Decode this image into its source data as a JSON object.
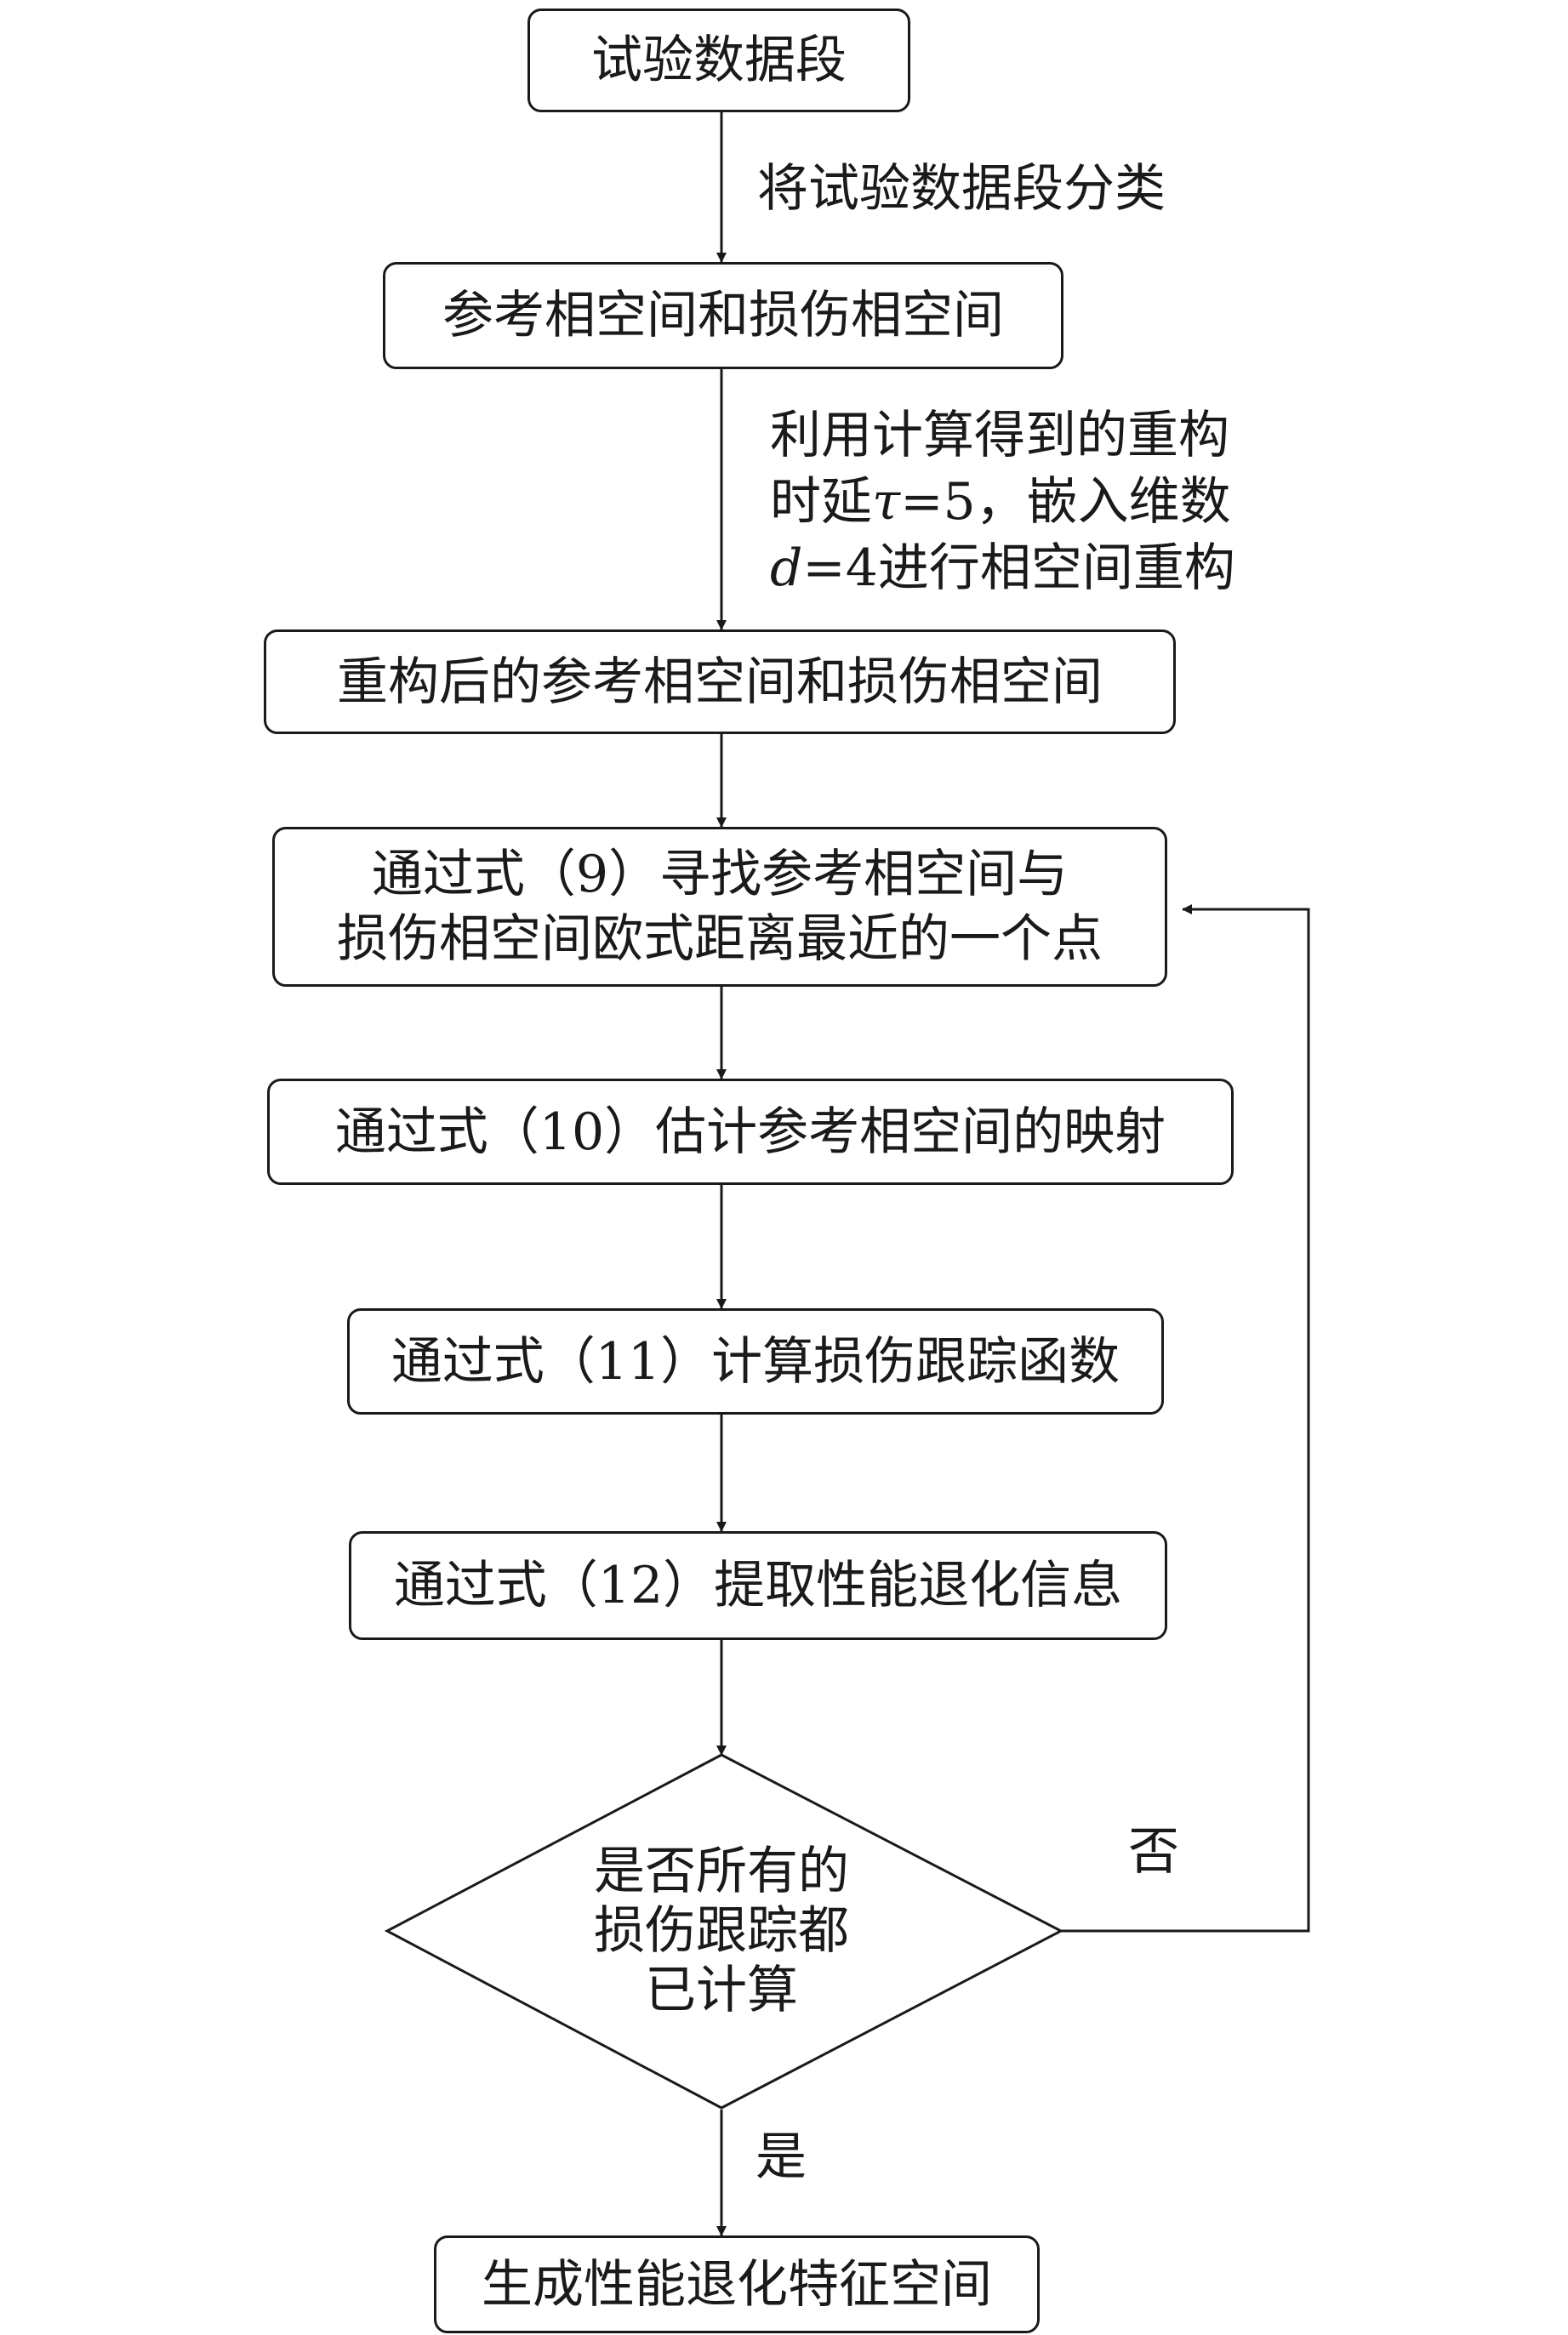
{
  "nodes": {
    "n1": "试验数据段",
    "n2": "参考相空间和损伤相空间",
    "n3": "重构后的参考相空间和损伤相空间",
    "n4_line1": "通过式（9）寻找参考相空间与",
    "n4_line2": "损伤相空间欧式距离最近的一个点",
    "n5": "通过式（10）估计参考相空间的映射",
    "n6": "通过式（11）计算损伤跟踪函数",
    "n7": "通过式（12）提取性能退化信息",
    "decision_line1": "是否所有的",
    "decision_line2": "损伤跟踪都",
    "decision_line3": "已计算",
    "n8": "生成性能退化特征空间"
  },
  "edges": {
    "e1": "将试验数据段分类",
    "e2_line1": "利用计算得到的重构",
    "e2_line2_pre": "时延",
    "e2_tau": "τ",
    "e2_line2_post": "=5，嵌入维数",
    "e2_d": "d",
    "e2_line3_post": "=4进行相空间重构",
    "no": "否",
    "yes": "是"
  }
}
